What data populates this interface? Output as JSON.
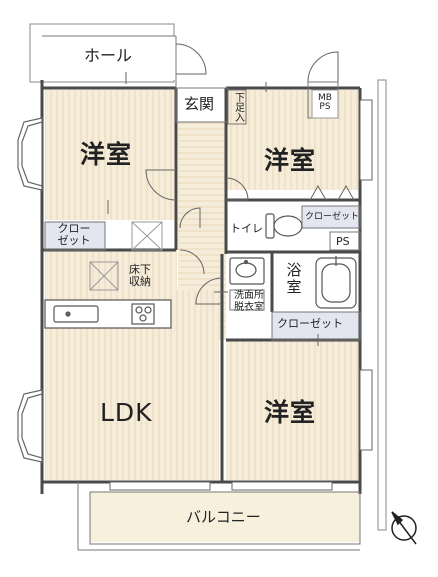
{
  "rooms": {
    "hall": "ホール",
    "entrance": "玄関",
    "shoe_box": "下足入",
    "mb_ps": [
      "MB",
      "PS"
    ],
    "western_nw": "洋室",
    "western_ne": "洋室",
    "western_se": "洋室",
    "closet_w": [
      "クロー",
      "ゼット"
    ],
    "closet_ne": "クローゼット",
    "toilet": "トイレ",
    "ps": "PS",
    "underfloor": [
      "床下",
      "収納"
    ],
    "bath": [
      "浴",
      "室"
    ],
    "washroom": [
      "洗面所",
      "脱衣室"
    ],
    "closet_mid": "クローゼット",
    "ldk": "LDK",
    "balcony": "バルコニー"
  },
  "colors": {
    "wall": "#4a4a4a",
    "floor_wood": "#f4ead6",
    "floor_stripe": "#ead9b8",
    "wet_area": "#ffffff",
    "closet_blue": "#e6e8f2",
    "balcony": "#f5efda"
  },
  "icons": {
    "compass": "north-arrow-icon",
    "sink": "kitchen-sink-icon",
    "stove": "cooktop-icon",
    "toilet": "toilet-icon",
    "bathtub": "bathtub-icon",
    "basin": "wash-basin-icon"
  }
}
